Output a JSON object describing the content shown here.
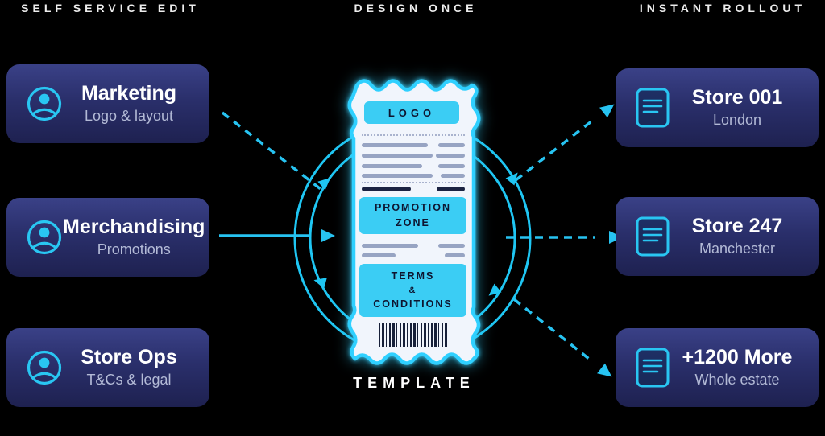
{
  "headers": [
    {
      "label": "SELF SERVICE EDIT"
    },
    {
      "label": "DESIGN ONCE"
    },
    {
      "label": "INSTANT ROLLOUT"
    }
  ],
  "left_cards": [
    {
      "title": "Marketing",
      "subtitle": "Logo & layout",
      "icon": "user-icon"
    },
    {
      "title": "Merchandising",
      "subtitle": "Promotions",
      "icon": "user-icon"
    },
    {
      "title": "Store Ops",
      "subtitle": "T&Cs & legal",
      "icon": "user-icon"
    }
  ],
  "right_cards": [
    {
      "title": "Store 001",
      "subtitle": "London",
      "icon": "receipt-doc-icon"
    },
    {
      "title": "Store 247",
      "subtitle": "Manchester",
      "icon": "receipt-doc-icon"
    },
    {
      "title": "+1200 More",
      "subtitle": "Whole estate",
      "icon": "receipt-doc-icon"
    }
  ],
  "template": {
    "caption": "TEMPLATE",
    "logo_label": "LOGO",
    "promotion_lines": [
      "PROMOTION",
      "ZONE"
    ],
    "terms_lines": [
      "TERMS",
      "&",
      "CONDITIONS"
    ]
  },
  "colors": {
    "background": "#000000",
    "accent_cyan": "#29c6f2",
    "card_gradient_top": "#3a4187",
    "card_gradient_bottom": "#1e2150",
    "receipt_paper": "#f1f5fc",
    "receipt_line_gray": "#97a4c3",
    "receipt_line_dark": "#1b2342",
    "subtitle_text": "#b3bad6",
    "box_text_dark": "#0e1530"
  }
}
